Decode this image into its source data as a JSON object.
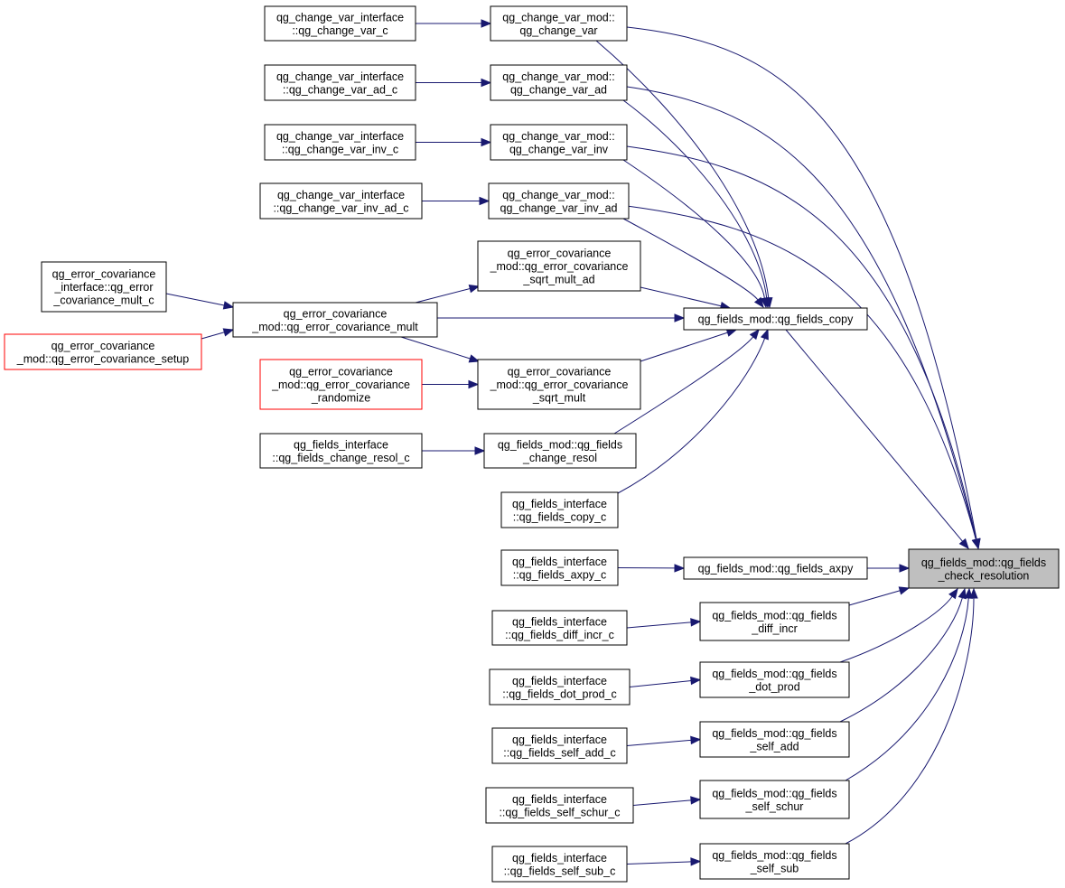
{
  "colors": {
    "edge": "#191970",
    "node_border": "#000000",
    "node_border_highlight": "#ff0000",
    "target_fill": "#bfbfbf"
  },
  "nodes": [
    {
      "id": "cv_c",
      "lines": [
        "qg_change_var_interface",
        "::qg_change_var_c"
      ]
    },
    {
      "id": "cv_ad_c",
      "lines": [
        "qg_change_var_interface",
        "::qg_change_var_ad_c"
      ]
    },
    {
      "id": "cv_inv_c",
      "lines": [
        "qg_change_var_interface",
        "::qg_change_var_inv_c"
      ]
    },
    {
      "id": "cv_inv_ad_c",
      "lines": [
        "qg_change_var_interface",
        "::qg_change_var_inv_ad_c"
      ]
    },
    {
      "id": "cv",
      "lines": [
        "qg_change_var_mod::",
        "qg_change_var"
      ]
    },
    {
      "id": "cv_ad",
      "lines": [
        "qg_change_var_mod::",
        "qg_change_var_ad"
      ]
    },
    {
      "id": "cv_inv",
      "lines": [
        "qg_change_var_mod::",
        "qg_change_var_inv"
      ]
    },
    {
      "id": "cv_inv_ad",
      "lines": [
        "qg_change_var_mod::",
        "qg_change_var_inv_ad"
      ]
    },
    {
      "id": "ec_mult_c",
      "lines": [
        "qg_error_covariance",
        "_interface::qg_error",
        "_covariance_mult_c"
      ]
    },
    {
      "id": "ec_setup",
      "lines": [
        "qg_error_covariance",
        "_mod::qg_error_covariance_setup"
      ],
      "highlight": "red"
    },
    {
      "id": "ec_mult",
      "lines": [
        "qg_error_covariance",
        "_mod::qg_error_covariance_mult"
      ]
    },
    {
      "id": "ec_sqrt_ad",
      "lines": [
        "qg_error_covariance",
        "_mod::qg_error_covariance",
        "_sqrt_mult_ad"
      ]
    },
    {
      "id": "ec_rand",
      "lines": [
        "qg_error_covariance",
        "_mod::qg_error_covariance",
        "_randomize"
      ],
      "highlight": "red"
    },
    {
      "id": "ec_sqrt",
      "lines": [
        "qg_error_covariance",
        "_mod::qg_error_covariance",
        "_sqrt_mult"
      ]
    },
    {
      "id": "fi_resol_c",
      "lines": [
        "qg_fields_interface",
        "::qg_fields_change_resol_c"
      ]
    },
    {
      "id": "f_resol",
      "lines": [
        "qg_fields_mod::qg_fields",
        "_change_resol"
      ]
    },
    {
      "id": "fi_copy_c",
      "lines": [
        "qg_fields_interface",
        "::qg_fields_copy_c"
      ]
    },
    {
      "id": "f_copy",
      "lines": [
        "qg_fields_mod::qg_fields_copy"
      ]
    },
    {
      "id": "fi_axpy_c",
      "lines": [
        "qg_fields_interface",
        "::qg_fields_axpy_c"
      ]
    },
    {
      "id": "f_axpy",
      "lines": [
        "qg_fields_mod::qg_fields_axpy"
      ]
    },
    {
      "id": "target",
      "lines": [
        "qg_fields_mod::qg_fields",
        "_check_resolution"
      ],
      "highlight": "target"
    },
    {
      "id": "fi_diff_c",
      "lines": [
        "qg_fields_interface",
        "::qg_fields_diff_incr_c"
      ]
    },
    {
      "id": "f_diff",
      "lines": [
        "qg_fields_mod::qg_fields",
        "_diff_incr"
      ]
    },
    {
      "id": "fi_dot_c",
      "lines": [
        "qg_fields_interface",
        "::qg_fields_dot_prod_c"
      ]
    },
    {
      "id": "f_dot",
      "lines": [
        "qg_fields_mod::qg_fields",
        "_dot_prod"
      ]
    },
    {
      "id": "fi_add_c",
      "lines": [
        "qg_fields_interface",
        "::qg_fields_self_add_c"
      ]
    },
    {
      "id": "f_add",
      "lines": [
        "qg_fields_mod::qg_fields",
        "_self_add"
      ]
    },
    {
      "id": "fi_schur_c",
      "lines": [
        "qg_fields_interface",
        "::qg_fields_self_schur_c"
      ]
    },
    {
      "id": "f_schur",
      "lines": [
        "qg_fields_mod::qg_fields",
        "_self_schur"
      ]
    },
    {
      "id": "fi_sub_c",
      "lines": [
        "qg_fields_interface",
        "::qg_fields_self_sub_c"
      ]
    },
    {
      "id": "f_sub",
      "lines": [
        "qg_fields_mod::qg_fields",
        "_self_sub"
      ]
    }
  ],
  "edges": [
    {
      "from": "cv_c",
      "to": "cv"
    },
    {
      "from": "cv_ad_c",
      "to": "cv_ad"
    },
    {
      "from": "cv_inv_c",
      "to": "cv_inv"
    },
    {
      "from": "cv_inv_ad_c",
      "to": "cv_inv_ad"
    },
    {
      "from": "ec_mult_c",
      "to": "ec_mult"
    },
    {
      "from": "ec_setup",
      "to": "ec_mult"
    },
    {
      "from": "ec_mult",
      "to": "ec_sqrt_ad"
    },
    {
      "from": "ec_mult",
      "to": "ec_sqrt"
    },
    {
      "from": "ec_mult",
      "to": "f_copy"
    },
    {
      "from": "ec_rand",
      "to": "ec_sqrt"
    },
    {
      "from": "fi_resol_c",
      "to": "f_resol"
    },
    {
      "from": "cv",
      "to": "f_copy"
    },
    {
      "from": "cv_ad",
      "to": "f_copy"
    },
    {
      "from": "cv_inv",
      "to": "f_copy"
    },
    {
      "from": "cv_inv_ad",
      "to": "f_copy"
    },
    {
      "from": "ec_sqrt_ad",
      "to": "f_copy"
    },
    {
      "from": "ec_sqrt",
      "to": "f_copy"
    },
    {
      "from": "f_resol",
      "to": "f_copy"
    },
    {
      "from": "fi_copy_c",
      "to": "f_copy"
    },
    {
      "from": "cv",
      "to": "target"
    },
    {
      "from": "cv_ad",
      "to": "target"
    },
    {
      "from": "cv_inv",
      "to": "target"
    },
    {
      "from": "cv_inv_ad",
      "to": "target"
    },
    {
      "from": "f_copy",
      "to": "target"
    },
    {
      "from": "fi_axpy_c",
      "to": "f_axpy"
    },
    {
      "from": "f_axpy",
      "to": "target"
    },
    {
      "from": "fi_diff_c",
      "to": "f_diff"
    },
    {
      "from": "f_diff",
      "to": "target"
    },
    {
      "from": "fi_dot_c",
      "to": "f_dot"
    },
    {
      "from": "f_dot",
      "to": "target"
    },
    {
      "from": "fi_add_c",
      "to": "f_add"
    },
    {
      "from": "f_add",
      "to": "target"
    },
    {
      "from": "fi_schur_c",
      "to": "f_schur"
    },
    {
      "from": "f_schur",
      "to": "target"
    },
    {
      "from": "fi_sub_c",
      "to": "f_sub"
    },
    {
      "from": "f_sub",
      "to": "target"
    }
  ]
}
